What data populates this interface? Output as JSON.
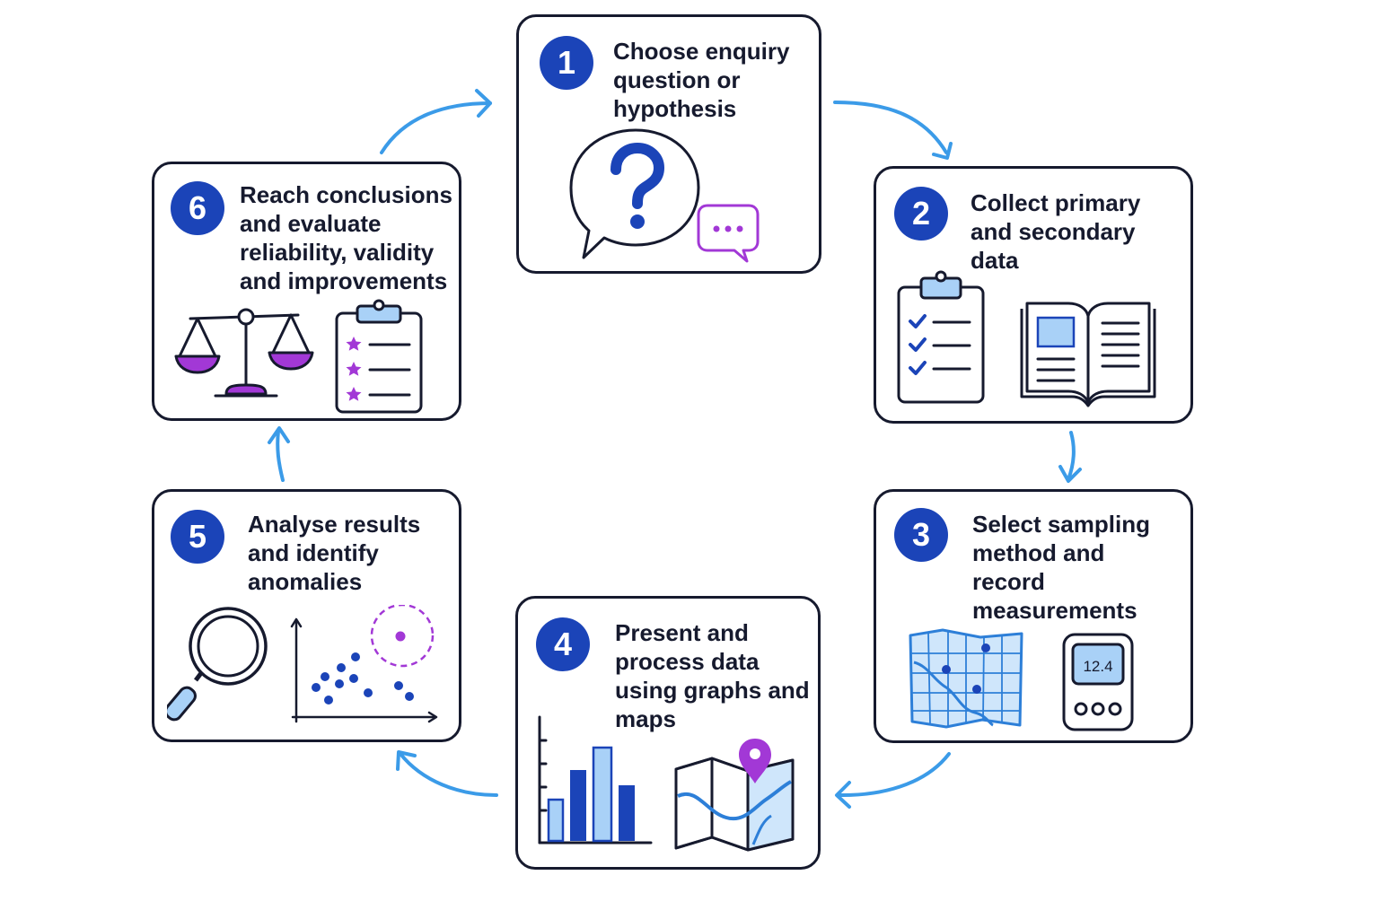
{
  "steps": [
    {
      "number": "1",
      "title": "Choose enquiry question or hypothesis",
      "icons": [
        "speech-bubble-question-icon",
        "chat-bubble-icon"
      ]
    },
    {
      "number": "2",
      "title": "Collect primary and secondary data",
      "icons": [
        "checklist-clipboard-icon",
        "open-book-icon"
      ]
    },
    {
      "number": "3",
      "title": "Select sampling method and record measurements",
      "icons": [
        "grid-map-icon",
        "measuring-device-icon"
      ],
      "device_reading": "12.4"
    },
    {
      "number": "4",
      "title": "Present and process data using graphs and maps",
      "icons": [
        "bar-graph-icon",
        "folded-map-pin-icon"
      ]
    },
    {
      "number": "5",
      "title": "Analyse results and identify anomalies",
      "icons": [
        "magnifying-glass-icon",
        "scatter-plot-anomaly-icon"
      ]
    },
    {
      "number": "6",
      "title": "Reach conclusions and evaluate reliability, validity and improvements",
      "icons": [
        "balance-scale-icon",
        "star-clipboard-icon"
      ]
    }
  ],
  "colors": {
    "badge": "#1b44b8",
    "arrow": "#3b9be8",
    "outline": "#161a2e",
    "accent_purple": "#a238d6",
    "light_blue": "#a9d1f7",
    "bar_blue": "#1b44b8"
  }
}
